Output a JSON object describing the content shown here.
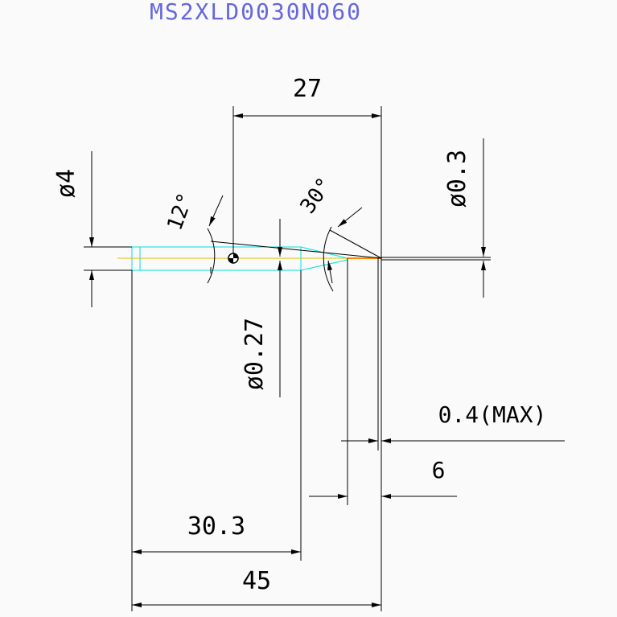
{
  "title": "MS2XLD0030N060",
  "dimensions": {
    "overall_27": "27",
    "shank_dia": "ø4",
    "angle_12": "12°",
    "angle_30": "30°",
    "tip_dia": "ø0.3",
    "neck_dia": "ø0.27",
    "max_len": "0.4(MAX)",
    "six": "6",
    "shank_len": "30.3",
    "total_len": "45"
  },
  "colors": {
    "background": "#fafafa",
    "lines": "#000000",
    "text": "#000000",
    "title": "#6666dd",
    "outline": "#00e0e0",
    "center": "#e0c000",
    "tip": "#ff8800"
  }
}
